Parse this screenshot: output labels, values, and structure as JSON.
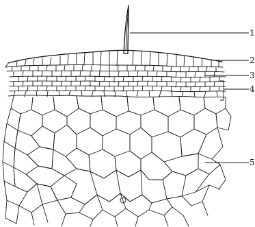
{
  "labels": {
    "l1": "1",
    "l2": "2",
    "l3": "3",
    "l4": "4",
    "l5": "5"
  },
  "colors": {
    "ink": "#111111",
    "background": "#ffffff"
  }
}
